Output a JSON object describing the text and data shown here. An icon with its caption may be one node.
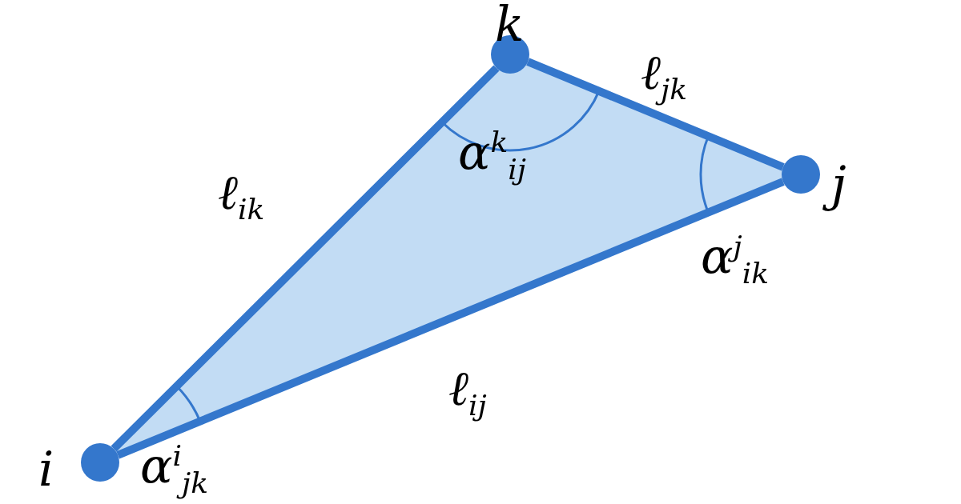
{
  "diagram": {
    "nodes": [
      {
        "text": [],
        "shape": "circle",
        "beside": [
          "k"
        ]
      },
      {
        "text": [],
        "shape": "circle",
        "beside": [
          "j"
        ]
      },
      {
        "text": [],
        "shape": "circle",
        "beside": [
          "i"
        ]
      }
    ],
    "edges": [
      {
        "from": 0,
        "to": 1,
        "arrow": "none",
        "label": "ℓ$_{jk}$"
      },
      {
        "from": 2,
        "to": 0,
        "arrow": "none",
        "label": "ℓ$_{ik}$"
      },
      {
        "from": 2,
        "to": 1,
        "arrow": "none",
        "label": "ℓ$_{ij}$"
      }
    ],
    "labels": [
      "α$^{k}$$_{ij}$",
      "α$^{j}$$_{ik}$",
      "α$^{i}$$_{jk}$"
    ]
  }
}
